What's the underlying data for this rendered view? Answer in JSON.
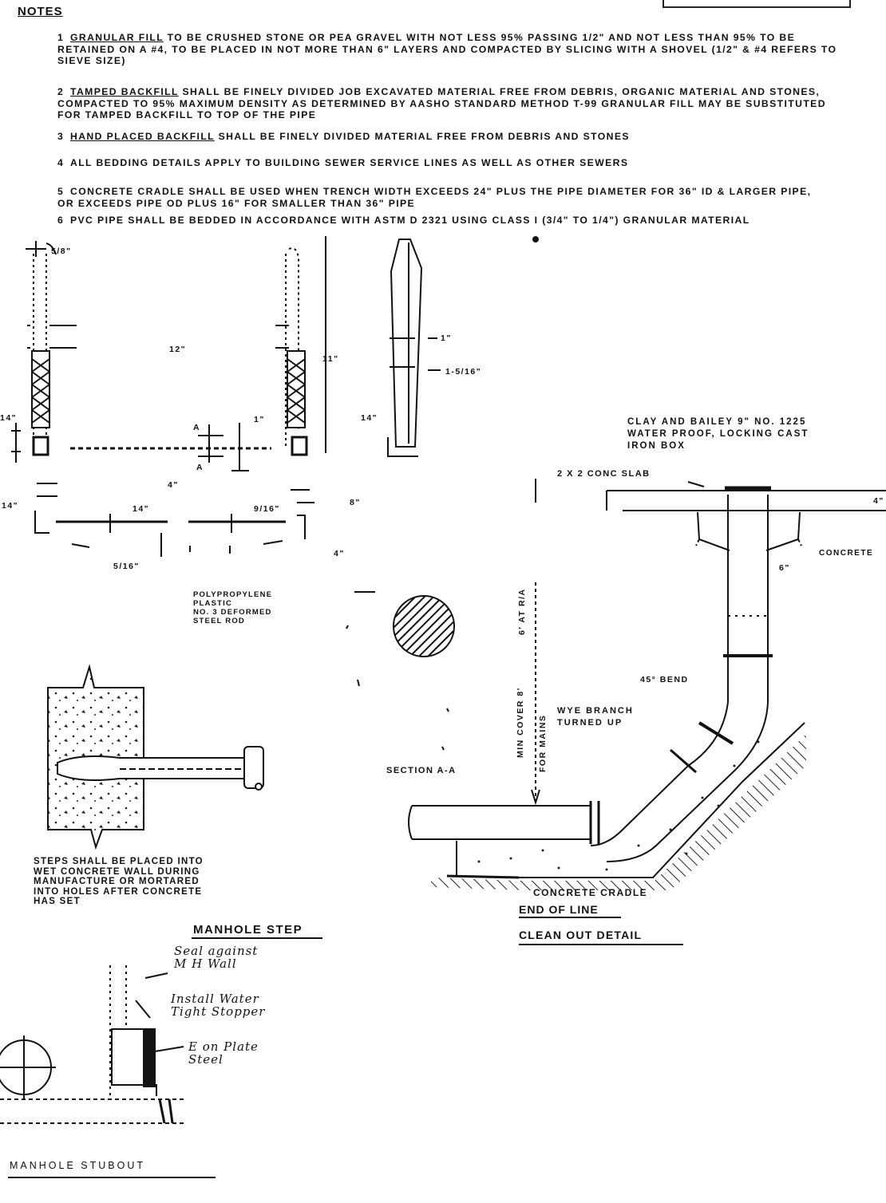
{
  "notes": {
    "title": "NOTES",
    "items": [
      {
        "num": "1",
        "head": "GRANULAR FILL",
        "text": "TO BE CRUSHED STONE OR PEA GRAVEL WITH NOT LESS 95% PASSING 1/2\" AND NOT LESS THAN 95% TO BE RETAINED ON A #4, TO BE PLACED IN NOT MORE THAN 6\" LAYERS AND COMPACTED BY SLICING WITH A SHOVEL (1/2\" & #4 REFERS TO SIEVE SIZE)"
      },
      {
        "num": "2",
        "head": "TAMPED BACKFILL",
        "text": "SHALL BE FINELY DIVIDED JOB EXCAVATED MATERIAL FREE FROM DEBRIS, ORGANIC MATERIAL AND STONES, COMPACTED TO 95% MAXIMUM DENSITY AS DETERMINED BY AASHO STANDARD METHOD T-99 GRANULAR FILL MAY BE SUBSTITUTED FOR TAMPED BACKFILL TO TOP OF THE PIPE"
      },
      {
        "num": "3",
        "head": "HAND PLACED BACKFILL",
        "text": "SHALL BE FINELY DIVIDED MATERIAL FREE FROM DEBRIS AND STONES"
      },
      {
        "num": "4",
        "head": "",
        "text": "ALL BEDDING DETAILS APPLY TO BUILDING SEWER SERVICE LINES AS WELL AS OTHER SEWERS"
      },
      {
        "num": "5",
        "head": "",
        "text": "CONCRETE CRADLE SHALL BE USED WHEN TRENCH WIDTH EXCEEDS 24\" PLUS THE PIPE DIAMETER FOR 36\" ID & LARGER PIPE, OR EXCEEDS PIPE OD PLUS 16\" FOR SMALLER THAN 36\" PIPE"
      },
      {
        "num": "6",
        "head": "",
        "text": "PVC PIPE SHALL BE BEDDED IN ACCORDANCE WITH ASTM D 2321 USING CLASS I (3/4\" TO 1/4\") GRANULAR MATERIAL"
      }
    ]
  },
  "step_detail": {
    "dims": {
      "d_5_8": "5/8\"",
      "d_12": "12\"",
      "d_11": "11\"",
      "d_14a": "14\"",
      "d_14b": "14\"",
      "d_14c": "14\"",
      "d_1": "1\"",
      "d_4a": "4\"",
      "d_4b": "4\"",
      "d_8": "8\"",
      "d_14d": "14\"",
      "d_9_16": "9/16\"",
      "d_5_16": "5/16\"",
      "d_1b": "1\"",
      "d_1_5_16": "1-5/16\"",
      "a_top": "A",
      "a_bot": "A"
    },
    "material": [
      "POLYPROPYLENE",
      "PLASTIC",
      "NO. 3 DEFORMED",
      "STEEL ROD"
    ],
    "section_label": "SECTION A-A",
    "step_note": [
      "STEPS SHALL BE PLACED INTO",
      "WET CONCRETE WALL DURING",
      "MANUFACTURE OR MORTARED",
      "INTO HOLES AFTER CONCRETE",
      "HAS SET"
    ],
    "title": "MANHOLE STEP"
  },
  "cleanout": {
    "box_label": [
      "CLAY AND BAILEY 9\" NO. 1225",
      "WATER PROOF, LOCKING CAST",
      "IRON BOX"
    ],
    "slab": "2 x 2 CONC SLAB",
    "dim_4": "4\"",
    "concrete": "CONCRETE",
    "dim_6": "6\"",
    "bend": "45° BEND",
    "wye": [
      "WYE BRANCH",
      "TURNED UP"
    ],
    "min_cover_1": "MIN COVER 8'",
    "min_cover_2": "FOR MAINS",
    "min_cover_3": "6' AT R/A",
    "cradle": "CONCRETE CRADLE",
    "title_1": "END OF LINE",
    "title_2": "CLEAN OUT DETAIL"
  },
  "stubout": {
    "hand_1": [
      "Seal against",
      "M H Wall"
    ],
    "hand_2": [
      "Install Water",
      "Tight Stopper"
    ],
    "hand_3": [
      "E on Plate",
      "Steel"
    ],
    "title": "MANHOLE STUBOUT"
  }
}
